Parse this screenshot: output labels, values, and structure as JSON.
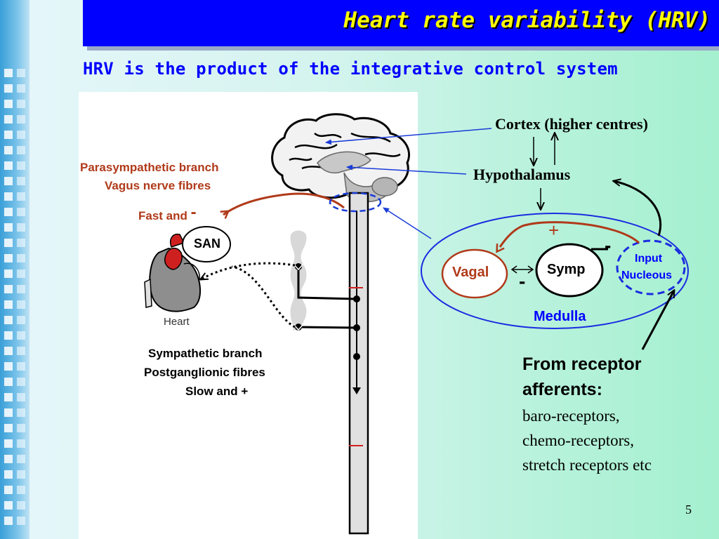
{
  "title": "Heart rate variability (HRV)",
  "subtitle": "HRV is the product of the integrative control system",
  "figure": {
    "parasympathetic_line1": "Parasympathetic branch",
    "parasympathetic_line2": "Vagus nerve fibres",
    "fast_text": "Fast and",
    "fast_sign": "-",
    "san_label": "SAN",
    "heart_label": "Heart",
    "sympathetic_line1": "Sympathetic branch",
    "sympathetic_line2": "Postganglionic  fibres",
    "slow_text": "Slow and",
    "slow_sign": "+"
  },
  "diagram": {
    "cortex": "Cortex (higher centres)",
    "hypothalamus": "Hypothalamus",
    "plus_sign": "+",
    "minus_top": "-",
    "minus_bottom": "-",
    "vagal": "Vagal",
    "symp": "Symp",
    "input_line1": "Input",
    "input_line2": "Nucleous",
    "medulla": "Medulla"
  },
  "afferents": {
    "heading_line1": "From receptor",
    "heading_line2": "afferents:",
    "items": [
      "baro-receptors,",
      "chemo-receptors,",
      "stretch receptors etc"
    ]
  },
  "page_number": "5",
  "colors": {
    "title_bar": "#0000ff",
    "title_text": "#ffff00",
    "subtitle": "#0000ff",
    "accent_red": "#b03a1a",
    "medulla_blue": "#0000ff"
  }
}
